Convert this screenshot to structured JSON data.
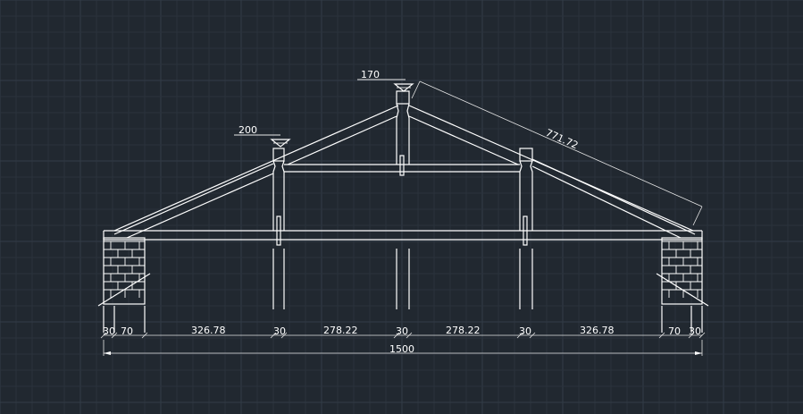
{
  "drawing": {
    "colors": {
      "background": "#212830",
      "line": "#ffffff",
      "grid": "#2a323c"
    },
    "labels": {
      "peak_height": "170",
      "post_height": "200",
      "rafter_length": "771.72",
      "total_span": "1500"
    },
    "dimensions": [
      "30",
      "70",
      "326.78",
      "30",
      "278.22",
      "30",
      "278.22",
      "30",
      "326.78",
      "70",
      "30"
    ]
  }
}
